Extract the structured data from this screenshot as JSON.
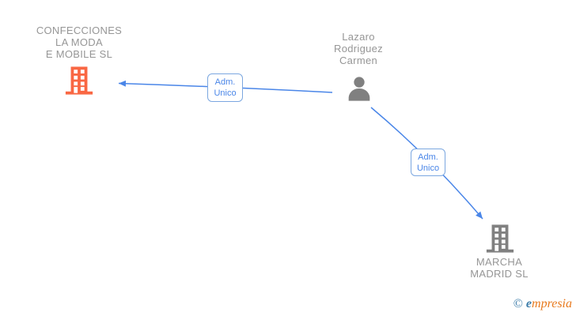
{
  "nodes": {
    "company1": {
      "name": "CONFECCIONES\nLA MODA\nE MOBILE SL",
      "icon": "building-icon"
    },
    "person": {
      "name": "Lazaro\nRodriguez\nCarmen",
      "icon": "person-icon"
    },
    "company2": {
      "name": "MARCHA\nMADRID SL",
      "icon": "building-icon"
    }
  },
  "edges": [
    {
      "from": "person",
      "to": "company1",
      "label": "Adm.\nUnico"
    },
    {
      "from": "person",
      "to": "company2",
      "label": "Adm.\nUnico"
    }
  ],
  "colors": {
    "edge_blue": "#4a86e8",
    "box_border_blue": "#7ba7e0",
    "box_text_blue": "#4a86e8",
    "icon_gray": "#808080",
    "label_gray": "#969696",
    "icon_orange": "#f96743",
    "logo_teal": "#3b7ca9",
    "logo_orange": "#e87a1e"
  },
  "logo": {
    "copyright": "©",
    "brand_first": "e",
    "brand_rest": "mpresia"
  }
}
